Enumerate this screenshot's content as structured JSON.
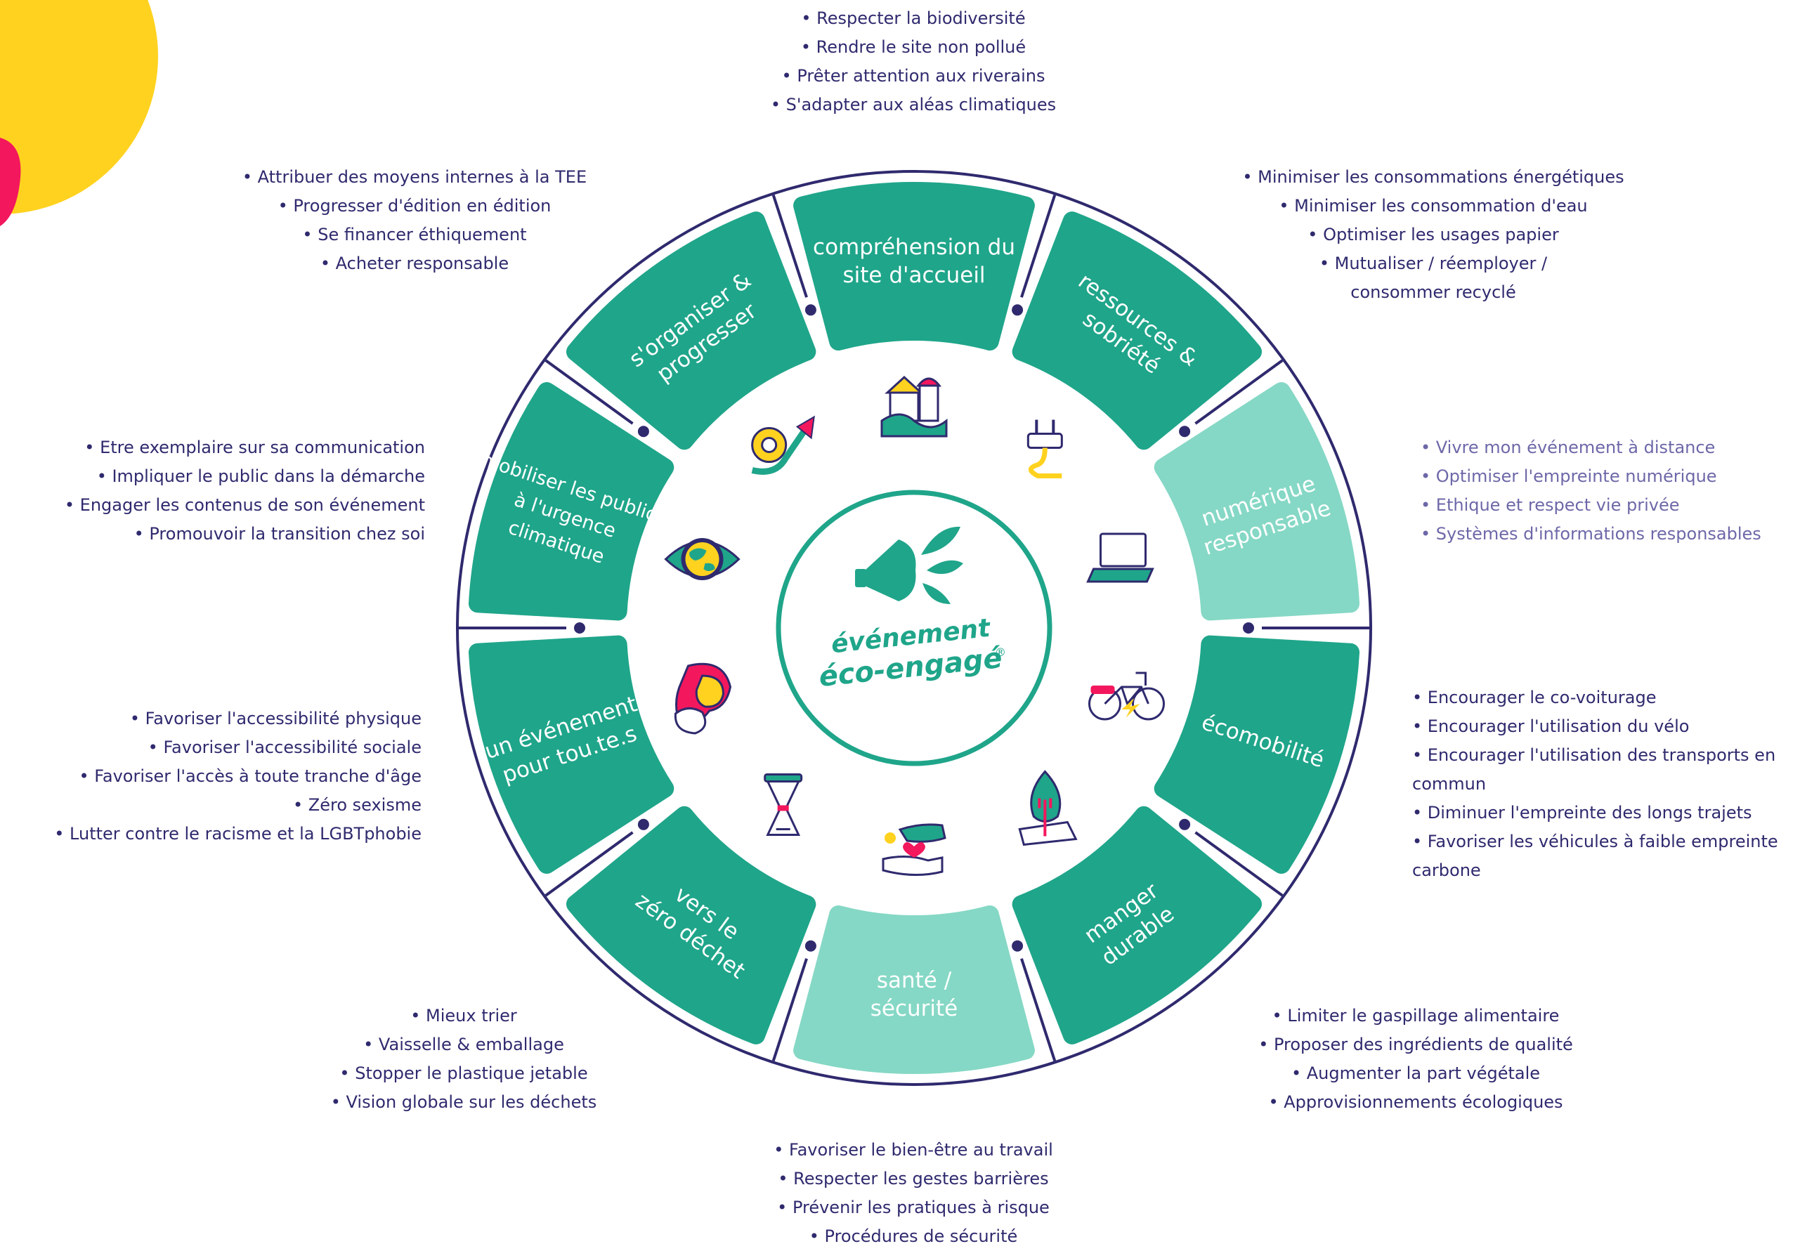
{
  "center": {
    "logo_line1": "événement",
    "logo_line2": "éco-engagé",
    "logo_mark": "®"
  },
  "colors": {
    "teal": "#1fa58a",
    "teal_light": "#85d8c5",
    "navy": "#2f2a6e",
    "muted": "#6d68a8",
    "yellow": "#ffd21f",
    "pink": "#f3175d"
  },
  "segments": [
    {
      "id": "comprehension",
      "label": [
        "compréhension du",
        "site d'accueil"
      ],
      "light": false,
      "icon": "village-icon",
      "bullets": [
        "• Respecter la biodiversité",
        "• Rendre le site non pollué",
        "• Prêter attention aux riverains",
        "• S'adapter aux aléas climatiques"
      ]
    },
    {
      "id": "ressources",
      "label": [
        "ressources &",
        "sobriété"
      ],
      "light": false,
      "icon": "plug-icon",
      "bullets": [
        "• Minimiser les consommations énergétiques",
        "• Minimiser les consommation d'eau",
        "• Optimiser les usages papier",
        "• Mutualiser / réemployer /",
        "consommer recyclé"
      ]
    },
    {
      "id": "numerique",
      "label": [
        "numérique",
        "responsable"
      ],
      "light": true,
      "icon": "laptop-icon",
      "bullets": [
        "• Vivre mon événement à distance",
        "• Optimiser l'empreinte numérique",
        "• Ethique et respect vie privée",
        "• Systèmes d'informations responsables"
      ]
    },
    {
      "id": "ecomobilite",
      "label": [
        "écomobilité"
      ],
      "light": false,
      "icon": "bicycle-icon",
      "bullets": [
        "• Encourager le co-voiturage",
        "• Encourager l'utilisation du vélo",
        "• Encourager l'utilisation des transports en commun",
        "• Diminuer l'empreinte des longs trajets",
        "• Favoriser les véhicules à faible empreinte carbone"
      ]
    },
    {
      "id": "manger",
      "label": [
        "manger",
        "durable"
      ],
      "light": false,
      "icon": "leaf-fork-icon",
      "bullets": [
        "• Limiter le gaspillage alimentaire",
        "• Proposer des ingrédients de qualité",
        "• Augmenter la part végétale",
        "• Approvisionnements écologiques"
      ]
    },
    {
      "id": "sante",
      "label": [
        "santé /",
        "sécurité"
      ],
      "light": true,
      "icon": "care-hands-icon",
      "bullets": [
        "• Favoriser le bien-être au travail",
        "• Respecter les gestes barrières",
        "• Prévenir les pratiques à risque",
        "• Procédures de sécurité"
      ]
    },
    {
      "id": "zerodechet",
      "label": [
        "vers le",
        "zéro déchet"
      ],
      "light": false,
      "icon": "food-cover-icon",
      "bullets": [
        "• Mieux trier",
        "• Vaisselle & emballage",
        "• Stopper le plastique jetable",
        "• Vision globale sur les déchets"
      ]
    },
    {
      "id": "toutes",
      "label": [
        "un événement",
        "pour tou.te.s"
      ],
      "light": false,
      "icon": "faces-icon",
      "bullets": [
        "• Favoriser l'accessibilité physique",
        "• Favoriser l'accessibilité sociale",
        "• Favoriser l'accès à toute tranche d'âge",
        "• Zéro sexisme",
        "• Lutter contre le racisme et la LGBTphobie"
      ]
    },
    {
      "id": "mobiliser",
      "label": [
        "mobiliser les publics",
        "à l'urgence",
        "climatique"
      ],
      "light": false,
      "icon": "eye-globe-icon",
      "bullets": [
        "• Etre exemplaire sur sa communication",
        "• Impliquer le public dans la démarche",
        "• Engager les contenus de son événement",
        "• Promouvoir la transition chez soi"
      ]
    },
    {
      "id": "organiser",
      "label": [
        "s'organiser &",
        "progresser"
      ],
      "light": false,
      "icon": "growth-arrow-icon",
      "bullets": [
        "• Attribuer des moyens internes à la TEE",
        "• Progresser d'édition en édition",
        "• Se financer éthiquement",
        "• Acheter responsable"
      ]
    }
  ]
}
